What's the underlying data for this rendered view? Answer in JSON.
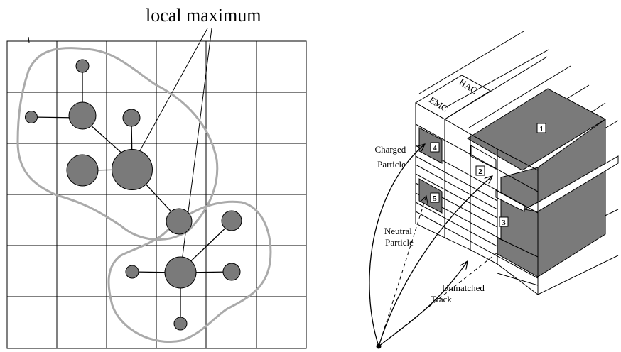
{
  "left_panel": {
    "title": "local maximum"
  },
  "right_panel": {
    "layer_labels": {
      "hac": "HAC",
      "emc": "EMC"
    },
    "particle_labels": {
      "charged": [
        "Charged",
        "Particle"
      ],
      "neutral": [
        "Neutral",
        "Particle"
      ],
      "unmatched": [
        "Unmatched",
        "Track"
      ]
    },
    "cell_numbers": [
      "1",
      "2",
      "3",
      "4",
      "5"
    ]
  },
  "colors": {
    "cell_fill": "#7a7a7a",
    "cluster_outline": "#aaaaaa",
    "line": "#000000"
  }
}
